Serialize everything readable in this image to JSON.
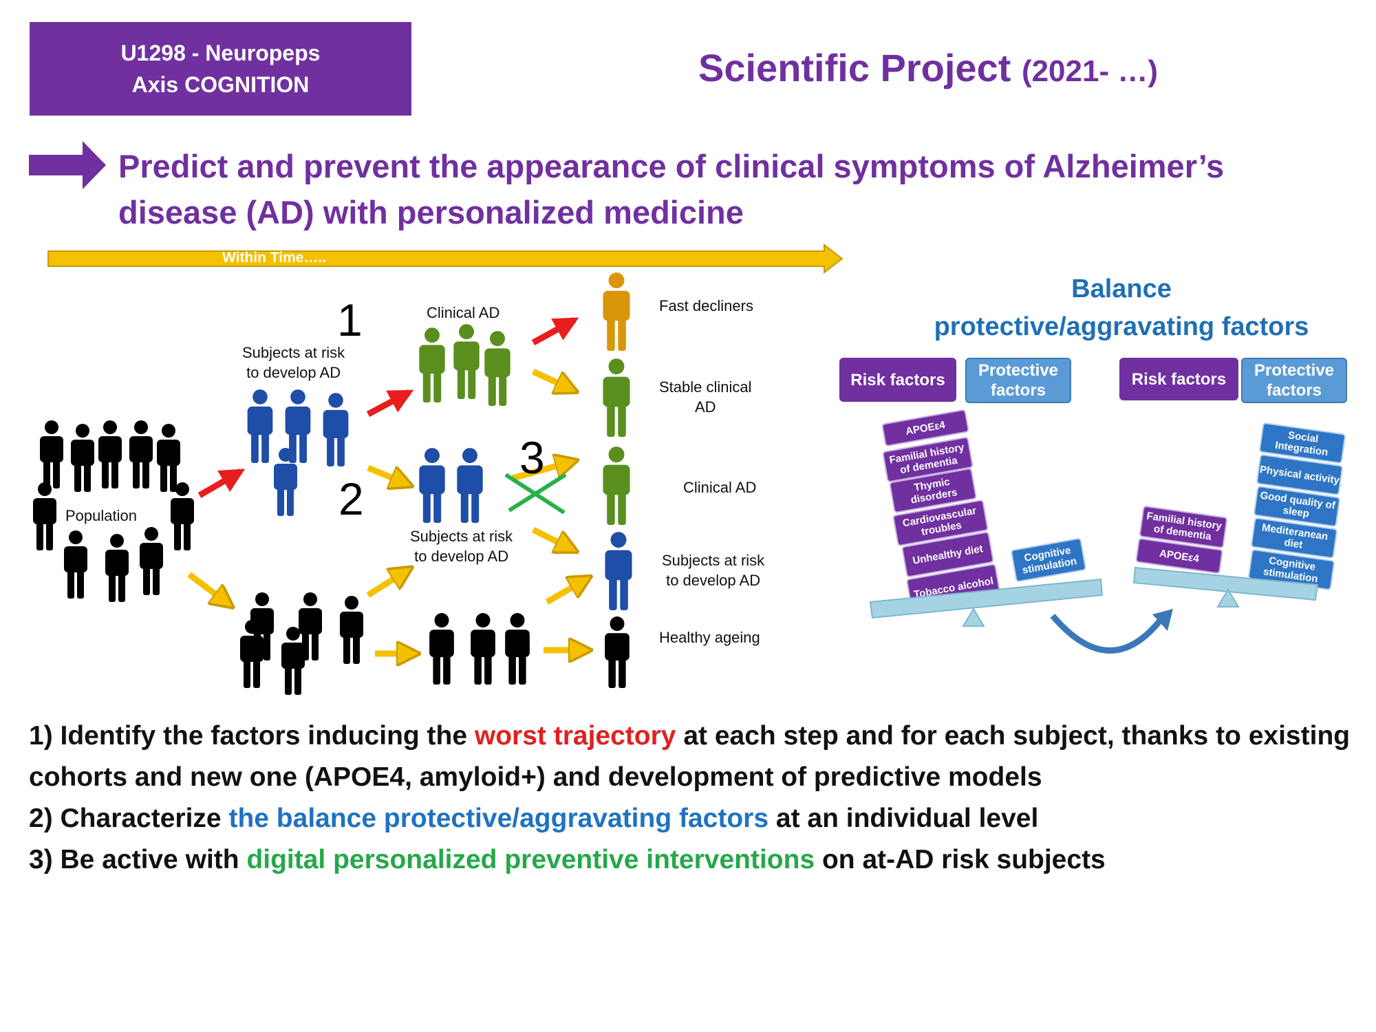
{
  "header": {
    "unit_line1": "U1298 - Neuropeps",
    "unit_line2": "Axis COGNITION",
    "title": "Scientific Project",
    "title_years": "(2021- …)"
  },
  "aim": {
    "text": "Predict and prevent the appearance of clinical symptoms of Alzheimer’s disease (AD) with personalized medicine"
  },
  "timeline": {
    "label": "Within Time….."
  },
  "trajectory": {
    "population": "Population",
    "at_risk_line1": "Subjects at risk",
    "at_risk_line2": "to develop AD",
    "clinical_ad": "Clinical AD",
    "step1": "1",
    "step2": "2",
    "step3": "3",
    "outcomes": {
      "fast": "Fast decliners",
      "stable_line1": "Stable clinical",
      "stable_line2": "AD",
      "clinical": "Clinical AD",
      "at_risk_line1": "Subjects at risk",
      "at_risk_line2": "to develop AD",
      "healthy": "Healthy ageing"
    }
  },
  "balance": {
    "title_line1": "Balance",
    "title_line2": "protective/aggravating factors",
    "risk_header": "Risk factors",
    "protective_header": "Protective factors",
    "left_risk": [
      "APOEε4",
      "Familial history of dementia",
      "Thymic disorders",
      "Cardiovascular troubles",
      "Unhealthy diet",
      "Tobacco alcohol"
    ],
    "left_protective": [
      "Cognitive stimulation"
    ],
    "right_risk": [
      "Familial history of dementia",
      "APOEε4"
    ],
    "right_protective": [
      "Social Integration",
      "Physical activity",
      "Good quality of sleep",
      "Mediteranean diet",
      "Cognitive stimulation"
    ]
  },
  "objectives": {
    "o1_a": "1) Identify the factors inducing the ",
    "o1_hl": "worst trajectory",
    "o1_b": " at each step and for each subject, thanks to existing cohorts and new one (APOE4, amyloid+) and development of predictive models",
    "o2_a": "2) Characterize ",
    "o2_hl": "the balance protective/aggravating factors",
    "o2_b": " at an individual level",
    "o3_a": "3) Be active with ",
    "o3_hl": "digital personalized preventive interventions",
    "o3_b": " on at-AD risk subjects"
  },
  "colors": {
    "purple": "#7030a0",
    "gold": "#f5c000",
    "black_group": "#000000",
    "blue_group": "#1f4ea8",
    "green_group": "#5a8f1f",
    "orange_person": "#d9960b",
    "red_arrow": "#e81e1e",
    "green_cross": "#28b04b"
  },
  "icons": {
    "people": "person-silhouette-icon",
    "arrow": "arrow-right-icon",
    "cross": "cross-icon"
  }
}
